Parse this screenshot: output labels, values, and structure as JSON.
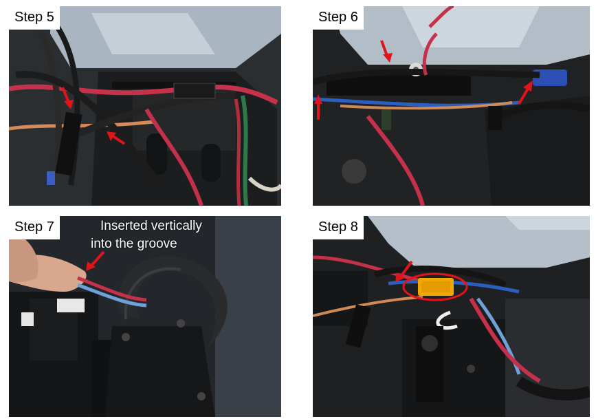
{
  "panels": [
    {
      "label": "Step 5"
    },
    {
      "label": "Step 6"
    },
    {
      "label": "Step 7",
      "caption_line1": "Inserted vertically",
      "caption_line2": "into the groove"
    },
    {
      "label": "Step 8"
    }
  ],
  "colors": {
    "arrow": "#e0141b",
    "connector_highlight": "#f0a800",
    "highlight_ellipse": "#e0141b"
  }
}
